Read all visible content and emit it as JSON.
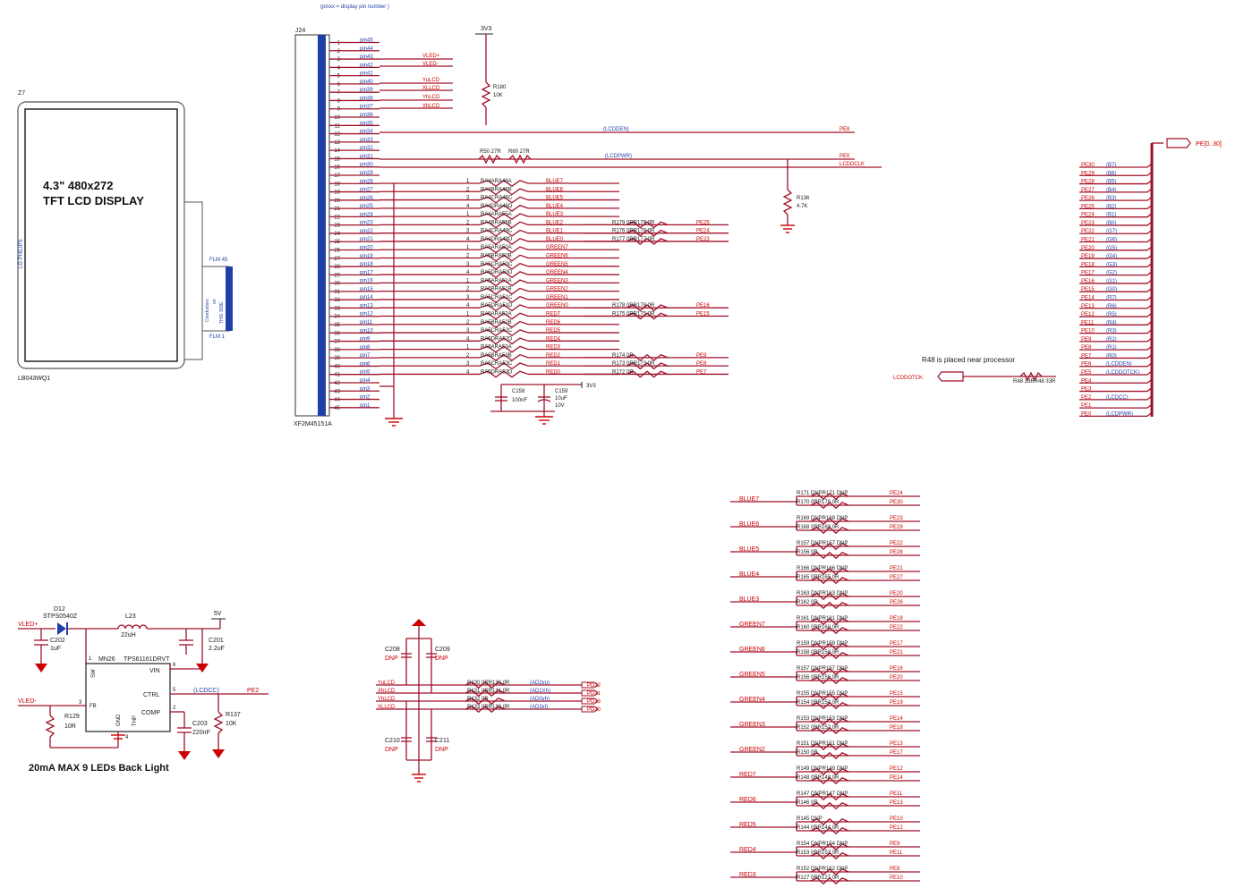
{
  "header_note": "(pinxx = display pin number )",
  "lcd": {
    "ref": "Z7",
    "title_line1": "4.3\" 480x272",
    "title_line2": "TFT LCD DISPLAY",
    "side_text": "LG PHILIPS",
    "part": "LB043WQ1",
    "flex_pin_top": "FLM 45",
    "flex_pin_bottom": "FLM 1",
    "flex_label_a": "Conductors",
    "flex_label_b": "on",
    "flex_label_c": "THIS SIDE"
  },
  "connector": {
    "ref": "J24",
    "part": "XF2M45151A",
    "numbers": [
      "1",
      "2",
      "3",
      "4",
      "5",
      "6",
      "7",
      "8",
      "9",
      "10",
      "11",
      "12",
      "13",
      "14",
      "15",
      "16",
      "17",
      "18",
      "19",
      "20",
      "21",
      "22",
      "23",
      "24",
      "25",
      "26",
      "27",
      "28",
      "29",
      "30",
      "31",
      "32",
      "33",
      "34",
      "35",
      "36",
      "37",
      "38",
      "39",
      "40",
      "41",
      "42",
      "43",
      "44",
      "45"
    ],
    "pins": [
      "pin45",
      "pin44",
      "pin43",
      "pin42",
      "pin41",
      "pin40",
      "pin39",
      "pin38",
      "pin37",
      "pin36",
      "pin35",
      "pin34",
      "pin33",
      "pin32",
      "pin31",
      "pin30",
      "pin29",
      "pin28",
      "pin27",
      "pin26",
      "pin25",
      "pin24",
      "pin23",
      "pin22",
      "pin21",
      "pin20",
      "pin19",
      "pin18",
      "pin17",
      "pin16",
      "pin15",
      "pin14",
      "pin13",
      "pin12",
      "pin11",
      "pin10",
      "pin9",
      "pin8",
      "pin7",
      "pin6",
      "pin5",
      "pin4",
      "pin3",
      "pin2",
      "pin1"
    ]
  },
  "top_nets": {
    "vled_plus": "VLED+",
    "vled_minus": "VLED-",
    "ylcd": "YuLCD",
    "xlcd": "XLLCD",
    "yhlcd": "YhLCD",
    "xhlcd": "XhLCD",
    "pwr_3v3": "3V3",
    "r180": "R180",
    "r180_val": "10K",
    "lcden": "(LCDDEN)",
    "lcden_port": "PE8",
    "lcdpwr": "(LCDPWR)",
    "lcdpwr_port": "PE0",
    "lcdclk_port": "LCDDCLK",
    "r50": "R50 27R",
    "r60": "R60 27R",
    "r136": "R136",
    "r136_val": "4.7K"
  },
  "resistor_array": {
    "rows": [
      {
        "n": "1",
        "label": "RA4ARA46A",
        "net": "BLUE7"
      },
      {
        "n": "2",
        "label": "RA4BRA46B",
        "net": "BLUE6"
      },
      {
        "n": "3",
        "label": "RA4CRA46C",
        "net": "BLUE5"
      },
      {
        "n": "4",
        "label": "RA4DRA46D",
        "net": "BLUE4"
      },
      {
        "n": "1",
        "label": "RA4ARA55A",
        "net": "BLUE3"
      },
      {
        "n": "2",
        "label": "RA4BRA55B",
        "net": "BLUE2"
      },
      {
        "n": "3",
        "label": "RA4CRA49C",
        "net": "BLUE1"
      },
      {
        "n": "4",
        "label": "RA4DRA49D",
        "net": "BLUE0"
      },
      {
        "n": "1",
        "label": "RA5ARA50A",
        "net": "GREEN7"
      },
      {
        "n": "2",
        "label": "RA5BRA50B",
        "net": "GREEN6"
      },
      {
        "n": "3",
        "label": "RA5CRA50C",
        "net": "GREEN5"
      },
      {
        "n": "4",
        "label": "RA5DRA50D",
        "net": "GREEN4"
      },
      {
        "n": "1",
        "label": "RA5ARA51A",
        "net": "GREEN3"
      },
      {
        "n": "2",
        "label": "RA5BRA51B",
        "net": "GREEN2"
      },
      {
        "n": "3",
        "label": "RA5CRA51C",
        "net": "GREEN1"
      },
      {
        "n": "4",
        "label": "RA5DRA51D",
        "net": "GREEN0"
      },
      {
        "n": "1",
        "label": "RA5ARA52A",
        "net": "RED7"
      },
      {
        "n": "2",
        "label": "RA5BRA52B",
        "net": "RED6"
      },
      {
        "n": "3",
        "label": "RA5CRA52C",
        "net": "RED5"
      },
      {
        "n": "4",
        "label": "RA5DRA52D",
        "net": "RED4"
      },
      {
        "n": "1",
        "label": "RA5ARA53A",
        "net": "RED3"
      },
      {
        "n": "2",
        "label": "RA5BRA53B",
        "net": "RED2"
      },
      {
        "n": "3",
        "label": "RA5CRA53C",
        "net": "RED1"
      },
      {
        "n": "4",
        "label": "RA5DRA53D",
        "net": "RED0"
      }
    ],
    "jumpers": [
      {
        "row": 5,
        "label": "R179 0RR179 0R",
        "port": "PE25"
      },
      {
        "row": 6,
        "label": "R176 0RR176 0R",
        "port": "PE24"
      },
      {
        "row": 7,
        "label": "R177 0RR177 0R",
        "port": "PE23"
      },
      {
        "row": 15,
        "label": "R178 0RR178 0R",
        "port": "PE16"
      },
      {
        "row": 16,
        "label": "R175 0RR175 0R",
        "port": "PE15"
      },
      {
        "row": 21,
        "label": "R174   0R",
        "port": "PE9"
      },
      {
        "row": 22,
        "label": "R173 0RR173 0R",
        "port": "PE8"
      },
      {
        "row": 23,
        "label": "R172   0R",
        "port": "PE7"
      }
    ],
    "c158": "C158",
    "c158_val": "100nF",
    "c159": "C159",
    "c159_val": "10uF",
    "c159_v": "10V",
    "pwr_3v3": "3V3"
  },
  "bus": {
    "port_label": "PE[0..30]",
    "note": "R48 is placed near processor",
    "clk_net": "LCDDOTCK",
    "r48": "R48 33RR48 33R",
    "rows": [
      {
        "p": "PE30",
        "b": "(B7)"
      },
      {
        "p": "PE29",
        "b": "(B6)"
      },
      {
        "p": "PE28",
        "b": "(B5)"
      },
      {
        "p": "PE27",
        "b": "(B4)"
      },
      {
        "p": "PE26",
        "b": "(B3)"
      },
      {
        "p": "PE25",
        "b": "(B2)"
      },
      {
        "p": "PE24",
        "b": "(B1)"
      },
      {
        "p": "PE23",
        "b": "(B0)"
      },
      {
        "p": "PE22",
        "b": "(G7)"
      },
      {
        "p": "PE21",
        "b": "(G6)"
      },
      {
        "p": "PE20",
        "b": "(G5)"
      },
      {
        "p": "PE19",
        "b": "(G4)"
      },
      {
        "p": "PE18",
        "b": "(G3)"
      },
      {
        "p": "PE17",
        "b": "(G2)"
      },
      {
        "p": "PE16",
        "b": "(G1)"
      },
      {
        "p": "PE15",
        "b": "(G0)"
      },
      {
        "p": "PE14",
        "b": "(R7)"
      },
      {
        "p": "PE13",
        "b": "(R6)"
      },
      {
        "p": "PE12",
        "b": "(R5)"
      },
      {
        "p": "PE11",
        "b": "(R4)"
      },
      {
        "p": "PE10",
        "b": "(R3)"
      },
      {
        "p": "PE9",
        "b": "(R2)"
      },
      {
        "p": "PE8",
        "b": "(R1)"
      },
      {
        "p": "PE7",
        "b": "(R0)"
      },
      {
        "p": "PE6",
        "b": "(LCDDEN)"
      },
      {
        "p": "PE5",
        "b": "(LCDDOTCK)"
      },
      {
        "p": "PE4",
        "b": ""
      },
      {
        "p": "PE3",
        "b": ""
      },
      {
        "p": "PE2",
        "b": "(LCDCC)"
      },
      {
        "p": "PE1",
        "b": ""
      },
      {
        "p": "PE0",
        "b": "(LCDPWR)"
      }
    ]
  },
  "backlight": {
    "vled_plus": "VLED+",
    "vled_minus": "VLED-",
    "d12": "D12",
    "d12_part": "STPS0540Z",
    "l23": "L23",
    "l23_val": "22uH",
    "pwr_5v": "5V",
    "c202": "C202",
    "c202_val": "1uF",
    "c201": "C201",
    "c201_val": "2.2uF",
    "ic_ref": "MN26",
    "ic_part": "TPS61161DRVT",
    "pin_sw": "SW",
    "pin_vin": "VIN",
    "pin_ctrl": "CTRL",
    "pin_fb": "FB",
    "pin_comp": "COMP",
    "pin_gnd": "GND",
    "pin_thp": "THP",
    "n6": "6",
    "n5": "5",
    "n2": "2",
    "n1": "1",
    "n3": "3",
    "n4": "4",
    "lcdcc": "(LCDCC)",
    "port": "PE2",
    "r129": "R129",
    "r129_val": "10R",
    "c203": "C203",
    "c203_val": "220nF",
    "r137": "R137",
    "r137_val": "10K",
    "caption": "20mA MAX  9 LEDs Back Light"
  },
  "touch": {
    "c208": "C208",
    "c209": "C209",
    "c210": "C210",
    "c211": "C211",
    "dnp": "DNP",
    "nets": [
      "YuLCD",
      "XhLCD",
      "YhLCD",
      "XLLCD"
    ],
    "resistors": [
      "R130 0RR130 0R",
      "R131 0RR131 0R",
      "R132   0R",
      "R133 0RR133 0R"
    ],
    "funcs": [
      "(AD2yu)",
      "(AD1Xh)",
      "(AD0yh)",
      "(AD3xl)"
    ],
    "ports": [
      "PD22",
      "PD21",
      "PD23",
      "PD20"
    ]
  },
  "dnp_block": {
    "rows": [
      {
        "net": "BLUE7",
        "top": "R171 DNPR171 DNP",
        "bot": "R170 0RR170 0R",
        "p1": "PE24",
        "p2": "PE30"
      },
      {
        "net": "BLUE6",
        "top": "R169 DNPR169 DNP",
        "bot": "R168 0RR168 0R",
        "p1": "PE23",
        "p2": "PE29"
      },
      {
        "net": "BLUE5",
        "top": "R157 DNPR157 DNP",
        "bot": "R156      0R",
        "p1": "PE22",
        "p2": "PE28"
      },
      {
        "net": "BLUE4",
        "top": "R166 DNPR166 DNP",
        "bot": "R165 0RR165 0R",
        "p1": "PE21",
        "p2": "PE27"
      },
      {
        "net": "BLUE3",
        "top": "R163 DNPR163 DNP",
        "bot": "R162      0R",
        "p1": "PE20",
        "p2": "PE26"
      },
      {
        "net": "GREEN7",
        "top": "R161 DNPR161 DNP",
        "bot": "R160 0RR160 0R",
        "p1": "PE18",
        "p2": "PE22"
      },
      {
        "net": "GREEN6",
        "top": "R159 DNPR159 DNP",
        "bot": "R158 0RR158 0R",
        "p1": "PE17",
        "p2": "PE21"
      },
      {
        "net": "GREEN5",
        "top": "R157 DNPR157 DNP",
        "bot": "R156 0RR156 0R",
        "p1": "PE16",
        "p2": "PE20"
      },
      {
        "net": "GREEN4",
        "top": "R155 DNPR155 DNP",
        "bot": "R154 0RR154 0R",
        "p1": "PE15",
        "p2": "PE19"
      },
      {
        "net": "GREEN3",
        "top": "R153 DNPR153 DNP",
        "bot": "R152 0RR152 0R",
        "p1": "PE14",
        "p2": "PE18"
      },
      {
        "net": "GREEN2",
        "top": "R151 DNPR151 DNP",
        "bot": "R150      0R",
        "p1": "PE13",
        "p2": "PE17"
      },
      {
        "net": "RED7",
        "top": "R149 DNPR149 DNP",
        "bot": "R148 0RR148 0R",
        "p1": "PE12",
        "p2": "PE14"
      },
      {
        "net": "RED6",
        "top": "R147 DNPR147 DNP",
        "bot": "R146      0R",
        "p1": "PE11",
        "p2": "PE13"
      },
      {
        "net": "RED5",
        "top": "R145       DNP",
        "bot": "R144 0RR144 0R",
        "p1": "PE10",
        "p2": "PE12"
      },
      {
        "net": "RED4",
        "top": "R154 DNPR154 DNP",
        "bot": "R153 0RR153 0R",
        "p1": "PE9",
        "p2": "PE11"
      },
      {
        "net": "RED3",
        "top": "R152 DNPR152 DNP",
        "bot": "R127 0RR127 0R",
        "p1": "PE8",
        "p2": "PE10"
      }
    ]
  }
}
